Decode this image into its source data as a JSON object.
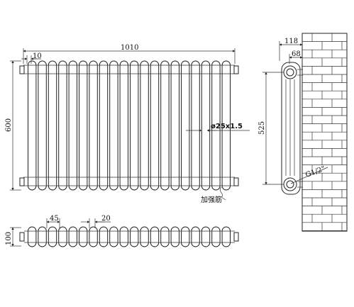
{
  "front_view": {
    "width_label": "1010",
    "gap_label": "10",
    "height_label": "600",
    "pipe_label": "ø25x1.5",
    "rib_label": "加强筋",
    "column_count": 20
  },
  "top_view": {
    "pitch_label": "45",
    "tube_label": "20",
    "depth_label": "100"
  },
  "side_view": {
    "depth_label": "118",
    "bracket_label": "68",
    "centers_label": "525",
    "thread_label": "G1/2\""
  },
  "colors": {
    "line": "#222222",
    "background": "#ffffff"
  }
}
